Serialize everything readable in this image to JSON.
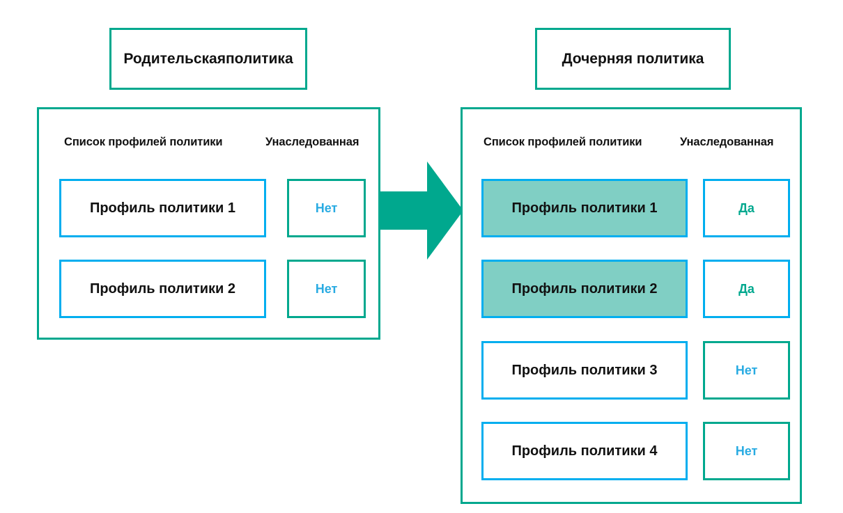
{
  "diagram": {
    "colors": {
      "teal": "#00a88e",
      "blue": "#00aeef",
      "highlight_fill": "#80cfc4",
      "text": "#111111",
      "background": "#ffffff"
    },
    "columns": {
      "profile_list": "Список профилей политики",
      "inherited": "Унаследованная"
    },
    "values": {
      "yes": "Да",
      "no": "Нет"
    },
    "arrow": {
      "name": "right-arrow",
      "direction": "right"
    },
    "parent": {
      "title": "Родительская\nполитика",
      "title_line_1": "Родительская",
      "title_line_2": "политика",
      "rows": [
        {
          "profile": "Профиль политики 1",
          "inherited": "Нет",
          "highlighted": false
        },
        {
          "profile": "Профиль политики 2",
          "inherited": "Нет",
          "highlighted": false
        }
      ]
    },
    "child": {
      "title": "Дочерняя политика",
      "rows": [
        {
          "profile": "Профиль политики 1",
          "inherited": "Да",
          "highlighted": true
        },
        {
          "profile": "Профиль политики 2",
          "inherited": "Да",
          "highlighted": true
        },
        {
          "profile": "Профиль политики 3",
          "inherited": "Нет",
          "highlighted": false
        },
        {
          "profile": "Профиль политики 4",
          "inherited": "Нет",
          "highlighted": false
        }
      ]
    }
  }
}
